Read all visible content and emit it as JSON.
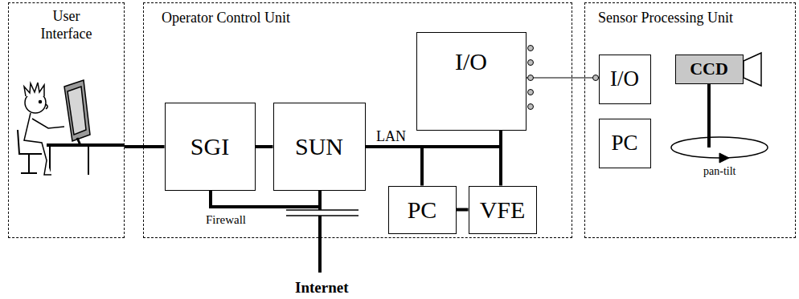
{
  "diagram": {
    "nodes": [
      {
        "text": [
          "User Interface"
        ]
      },
      {
        "text": [
          "Operator Control Unit"
        ]
      },
      {
        "text": [
          "I/O"
        ],
        "in": 1
      },
      {
        "text": [
          "SGI"
        ],
        "in": 1
      },
      {
        "text": [
          "SUN"
        ],
        "in": 1
      },
      {
        "text": [
          "PC"
        ],
        "in": 1
      },
      {
        "text": [
          "VFE"
        ],
        "in": 1
      },
      {
        "text": [
          "Sensor Processing Unit"
        ]
      },
      {
        "text": [
          "I/O"
        ],
        "in": 7
      },
      {
        "text": [
          "CCD"
        ],
        "in": 7
      },
      {
        "text": [
          "PC"
        ],
        "in": 7
      }
    ],
    "edges": [
      {
        "from": 0,
        "to": 3,
        "arrow": "none"
      },
      {
        "from": 3,
        "to": 4,
        "arrow": "none"
      },
      {
        "from": 4,
        "to": 2,
        "arrow": "none"
      },
      {
        "from": 5,
        "to": 2,
        "arrow": "none"
      },
      {
        "from": 6,
        "to": 2,
        "arrow": "none"
      },
      {
        "from": 5,
        "to": 6,
        "arrow": "none"
      },
      {
        "from": 2,
        "to": 8,
        "arrow": "none"
      }
    ],
    "labels": [
      "LAN",
      "Firewall",
      "Internet",
      "pan-tilt"
    ]
  }
}
